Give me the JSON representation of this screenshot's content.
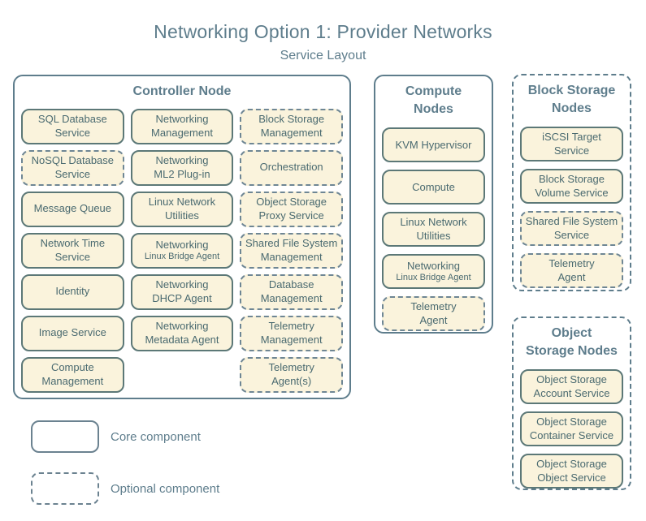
{
  "title": "Networking Option 1: Provider Networks",
  "subtitle": "Service Layout",
  "colors": {
    "heading": "#5e7d8c",
    "service_fill": "#faf3dc",
    "core_border": "#5c7877",
    "optional_border": "#6e8694",
    "text": "#4a6a70"
  },
  "groups": {
    "controller": {
      "label": "Controller Node",
      "border": "solid",
      "services": [
        {
          "label": "SQL Database\nService",
          "style": "core"
        },
        {
          "label": "Networking\nManagement",
          "style": "core"
        },
        {
          "label": "Block Storage\nManagement",
          "style": "optional"
        },
        {
          "label": "NoSQL Database\nService",
          "style": "optional"
        },
        {
          "label": "Networking\nML2 Plug-in",
          "style": "core"
        },
        {
          "label": "Orchestration",
          "style": "optional"
        },
        {
          "label": "Message Queue",
          "style": "core"
        },
        {
          "label": "Linux Network\nUtilities",
          "style": "core"
        },
        {
          "label": "Object Storage\nProxy Service",
          "style": "optional"
        },
        {
          "label": "Network Time\nService",
          "style": "core"
        },
        {
          "label": "Networking",
          "sub": "Linux Bridge Agent",
          "style": "core"
        },
        {
          "label": "Shared File System\nManagement",
          "style": "optional"
        },
        {
          "label": "Identity",
          "style": "core"
        },
        {
          "label": "Networking\nDHCP Agent",
          "style": "core"
        },
        {
          "label": "Database\nManagement",
          "style": "optional"
        },
        {
          "label": "Image Service",
          "style": "core"
        },
        {
          "label": "Networking\nMetadata Agent",
          "style": "core"
        },
        {
          "label": "Telemetry\nManagement",
          "style": "optional"
        },
        {
          "label": "Compute\nManagement",
          "style": "core"
        },
        {
          "label": "Telemetry\nAgent(s)",
          "style": "optional",
          "col": 3
        }
      ]
    },
    "compute": {
      "label": "Compute\nNodes",
      "border": "solid",
      "services": [
        {
          "label": "KVM Hypervisor",
          "style": "core"
        },
        {
          "label": "Compute",
          "style": "core"
        },
        {
          "label": "Linux Network\nUtilities",
          "style": "core"
        },
        {
          "label": "Networking",
          "sub": "Linux Bridge Agent",
          "style": "core"
        },
        {
          "label": "Telemetry\nAgent",
          "style": "optional"
        }
      ]
    },
    "blockstorage": {
      "label": "Block Storage\nNodes",
      "border": "dashed",
      "services": [
        {
          "label": "iSCSI Target\nService",
          "style": "core"
        },
        {
          "label": "Block Storage\nVolume Service",
          "style": "core"
        },
        {
          "label": "Shared File System\nService",
          "style": "optional"
        },
        {
          "label": "Telemetry\nAgent",
          "style": "optional"
        }
      ]
    },
    "objectstorage": {
      "label": "Object\nStorage Nodes",
      "border": "dashed",
      "services": [
        {
          "label": "Object Storage\nAccount Service",
          "style": "core"
        },
        {
          "label": "Object Storage\nContainer Service",
          "style": "core"
        },
        {
          "label": "Object Storage\nObject Service",
          "style": "core"
        }
      ]
    }
  },
  "legend": [
    {
      "label": "Core component",
      "style": "core"
    },
    {
      "label": "Optional component",
      "style": "optional"
    }
  ]
}
